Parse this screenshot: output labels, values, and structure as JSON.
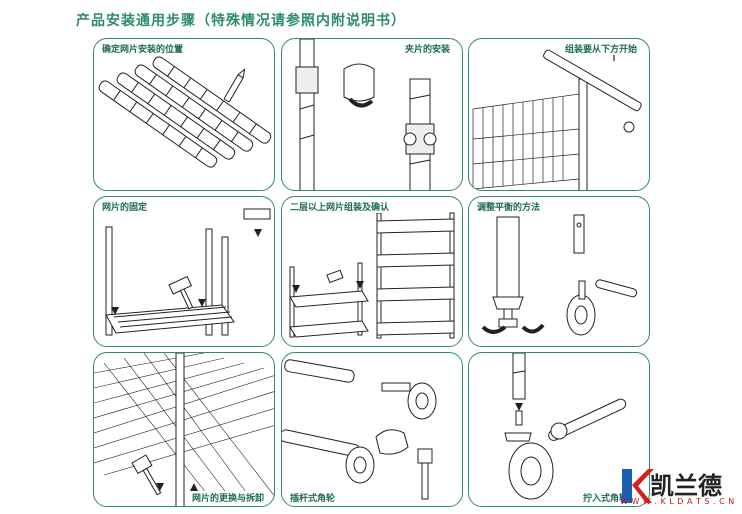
{
  "header": {
    "title": "产品安装通用步骤（特殊情况请参照内附说明书）"
  },
  "panels": [
    {
      "label": "确定网片安装的位置"
    },
    {
      "label": "夹片的安装"
    },
    {
      "label": "组装要从下方开始"
    },
    {
      "label": "网片的固定"
    },
    {
      "label": "二层以上网片组装及确认"
    },
    {
      "label": "调整平衡的方法"
    },
    {
      "label": "网片的更换与拆卸"
    },
    {
      "label": "插杆式角轮"
    },
    {
      "label": "拧入式角轮"
    }
  ],
  "brand": {
    "name": "凯兰德",
    "url": "W W W . K L D A T S . C N",
    "accent_color": "#1a5fb4",
    "logo_red": "#d42020"
  }
}
